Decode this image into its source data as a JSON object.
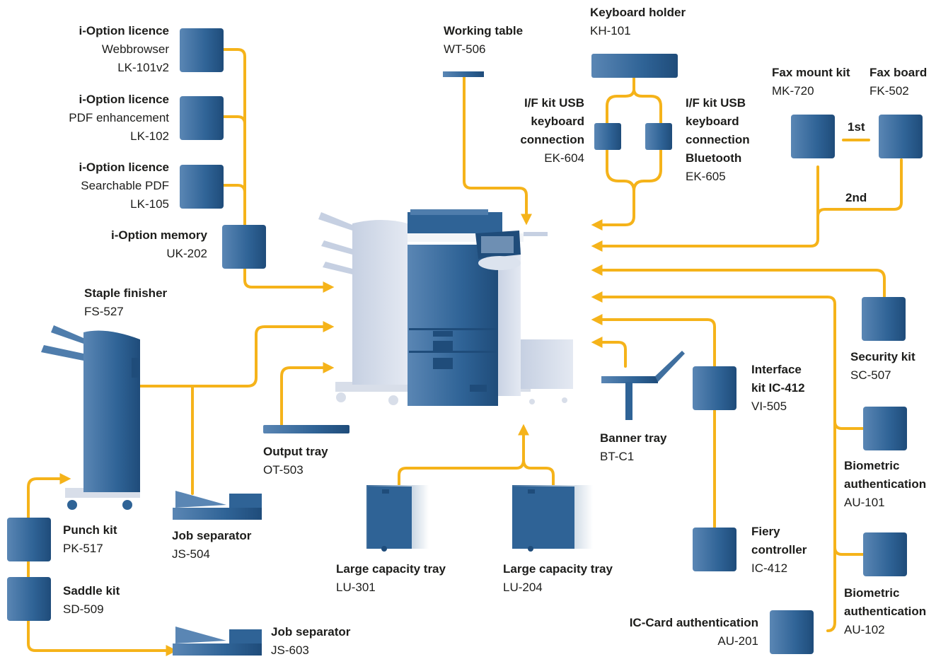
{
  "colors": {
    "connector": "#f5b31a",
    "component": "#2f6a9b",
    "component_dark": "#1f4f7c",
    "machine_light": "#c9d3e4"
  },
  "labels": {
    "lk101": {
      "title": "i-Option licence",
      "lines": [
        "Webbrowser",
        "LK-101v2"
      ]
    },
    "lk102": {
      "title": "i-Option licence",
      "lines": [
        "PDF enhancement",
        "LK-102"
      ]
    },
    "lk105": {
      "title": "i-Option licence",
      "lines": [
        "Searchable PDF",
        "LK-105"
      ]
    },
    "uk202": {
      "title": "i-Option memory",
      "lines": [
        "UK-202"
      ]
    },
    "fs527": {
      "title": "Staple finisher",
      "lines": [
        "FS-527"
      ]
    },
    "pk517": {
      "title": "Punch kit",
      "lines": [
        "PK-517"
      ]
    },
    "js504": {
      "title": "Job separator",
      "lines": [
        "JS-504"
      ]
    },
    "sd509": {
      "title": "Saddle kit",
      "lines": [
        "SD-509"
      ]
    },
    "js603": {
      "title": "Job separator",
      "lines": [
        "JS-603"
      ]
    },
    "wt506": {
      "title": "Working table",
      "lines": [
        "WT-506"
      ]
    },
    "kh101": {
      "title": "Keyboard holder",
      "lines": [
        "KH-101"
      ]
    },
    "ek604": {
      "title": "I/F kit USB keyboard connection",
      "title_lines": [
        "I/F kit USB",
        "keyboard",
        "connection"
      ],
      "lines": [
        "EK-604"
      ]
    },
    "ek605": {
      "title": "I/F kit USB keyboard connection Bluetooth",
      "title_lines": [
        "I/F kit USB",
        "keyboard",
        "connection",
        "Bluetooth"
      ],
      "lines": [
        "EK-605"
      ]
    },
    "mk720": {
      "title": "Fax mount kit",
      "lines": [
        "MK-720"
      ]
    },
    "fk502": {
      "title": "Fax board",
      "lines": [
        "FK-502"
      ]
    },
    "first": {
      "title": "1st"
    },
    "second": {
      "title": "2nd"
    },
    "sc507": {
      "title": "Security kit",
      "lines": [
        "SC-507"
      ]
    },
    "vi505": {
      "title": "Interface kit IC-412",
      "title_lines": [
        "Interface",
        "kit IC-412"
      ],
      "lines": [
        "VI-505"
      ]
    },
    "ic412": {
      "title": "Fiery controller",
      "title_lines": [
        "Fiery",
        "controller"
      ],
      "lines": [
        "IC-412"
      ]
    },
    "au101": {
      "title": "Biometric authentication",
      "title_lines": [
        "Biometric",
        "authentication"
      ],
      "lines": [
        "AU-101"
      ]
    },
    "au102": {
      "title": "Biometric authentication",
      "title_lines": [
        "Biometric",
        "authentication"
      ],
      "lines": [
        "AU-102"
      ]
    },
    "au201": {
      "title": "IC-Card authentication",
      "lines": [
        "AU-201"
      ]
    },
    "btc1": {
      "title": "Banner tray",
      "lines": [
        "BT-C1"
      ]
    },
    "ot503": {
      "title": "Output tray",
      "lines": [
        "OT-503"
      ]
    },
    "lu301": {
      "title": "Large capacity tray",
      "lines": [
        "LU-301"
      ]
    },
    "lu204": {
      "title": "Large capacity tray",
      "lines": [
        "LU-204"
      ]
    }
  }
}
